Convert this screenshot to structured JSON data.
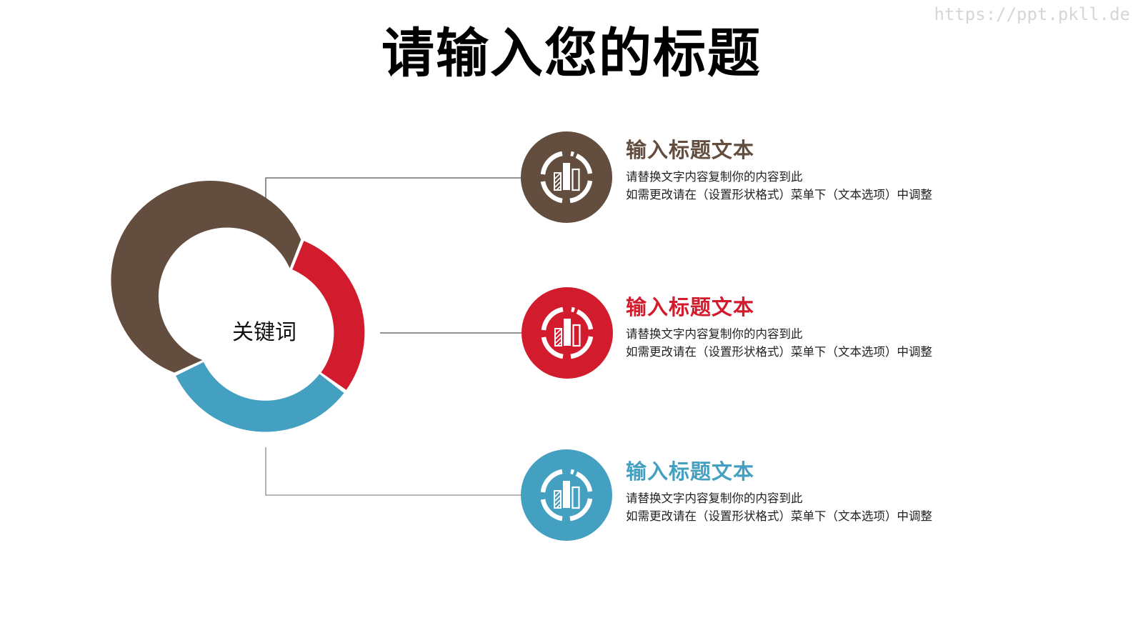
{
  "watermark": "https://ppt.pkll.de",
  "title": "请输入您的标题",
  "colors": {
    "brown": "#634d3f",
    "red": "#d21c2d",
    "blue": "#44a0c0",
    "connector": "#555555",
    "icon_fg": "#ffffff"
  },
  "donut": {
    "center_label": "关键词",
    "segments": [
      {
        "name": "brown",
        "color": "#634d3f"
      },
      {
        "name": "red",
        "color": "#d21c2d"
      },
      {
        "name": "blue",
        "color": "#44a0c0"
      }
    ]
  },
  "items": [
    {
      "icon": "bar-chart-ring-icon",
      "color": "#634d3f",
      "title": "输入标题文本",
      "line1": "请替换文字内容复制你的内容到此",
      "line2": "如需更改请在（设置形状格式）菜单下（文本选项）中调整"
    },
    {
      "icon": "bar-chart-ring-icon",
      "color": "#d21c2d",
      "title": "输入标题文本",
      "line1": "请替换文字内容复制你的内容到此",
      "line2": "如需更改请在（设置形状格式）菜单下（文本选项）中调整"
    },
    {
      "icon": "bar-chart-ring-icon",
      "color": "#44a0c0",
      "title": "输入标题文本",
      "line1": "请替换文字内容复制你的内容到此",
      "line2": "如需更改请在（设置形状格式）菜单下（文本选项）中调整"
    }
  ]
}
